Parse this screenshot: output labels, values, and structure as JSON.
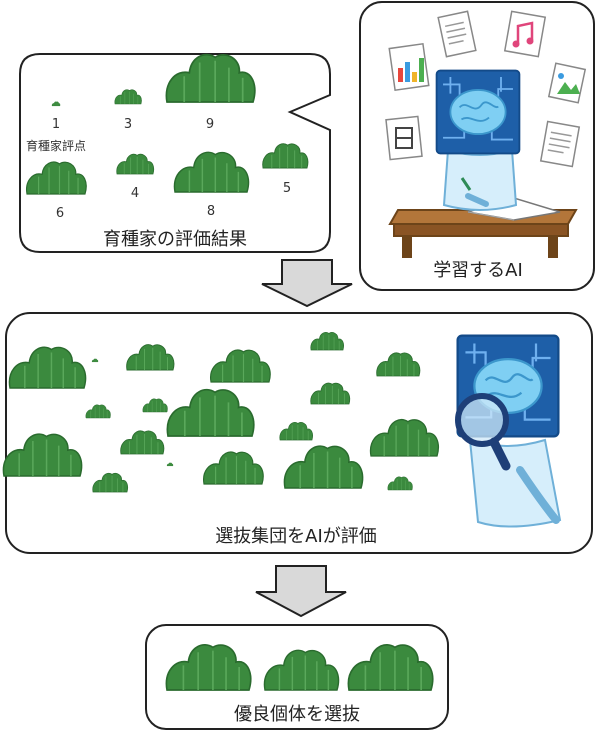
{
  "evaluation_panel": {
    "title": "育種家の評価結果",
    "score_header": "育種家評点",
    "plants": [
      {
        "score": "1"
      },
      {
        "score": "3"
      },
      {
        "score": "9"
      },
      {
        "score": "6"
      },
      {
        "score": "4"
      },
      {
        "score": "8"
      },
      {
        "score": "5"
      }
    ]
  },
  "learning_panel": {
    "title": "学習するAI"
  },
  "selection_panel": {
    "title": "選抜集団をAIが評価"
  },
  "result_panel": {
    "title": "優良個体を選抜"
  },
  "colors": {
    "plant_green": "#3b8a3e",
    "plant_dark": "#2a6b2e",
    "ai_blue": "#6fc6f0",
    "arrow_gray": "#d9d9d9"
  }
}
